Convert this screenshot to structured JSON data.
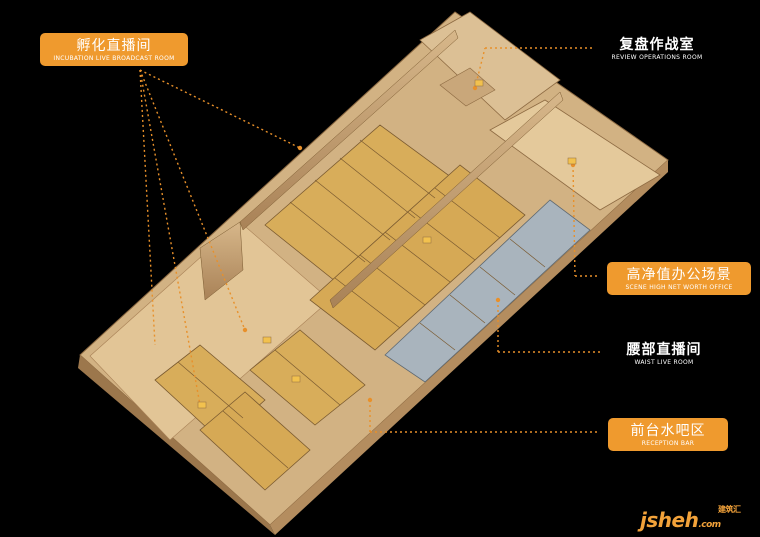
{
  "labels": {
    "incubation": {
      "cn": "孵化直播间",
      "en": "INCUBATION LIVE BROADCAST ROOM"
    },
    "review": {
      "cn": "复盘作战室",
      "en": "REVIEW OPERATIONS ROOM"
    },
    "scene": {
      "cn": "高净值办公场景",
      "en": "SCENE HIGH NET WORTH OFFICE"
    },
    "waist": {
      "cn": "腰部直播间",
      "en": "WAIST LIVE ROOM"
    },
    "reception": {
      "cn": "前台水吧区",
      "en": "RECEPTION BAR"
    }
  },
  "watermark": {
    "text": "jsheh",
    "sub": "建筑汇",
    "dot": ".com"
  },
  "colors": {
    "background": "#000000",
    "accent": "#ef9a2e",
    "leader": "#e8902a",
    "wall": "#c9a77a",
    "floor": "#d9bb8c",
    "room_warm": "#d8ad5a",
    "room_cool": "#a9b4bd"
  }
}
